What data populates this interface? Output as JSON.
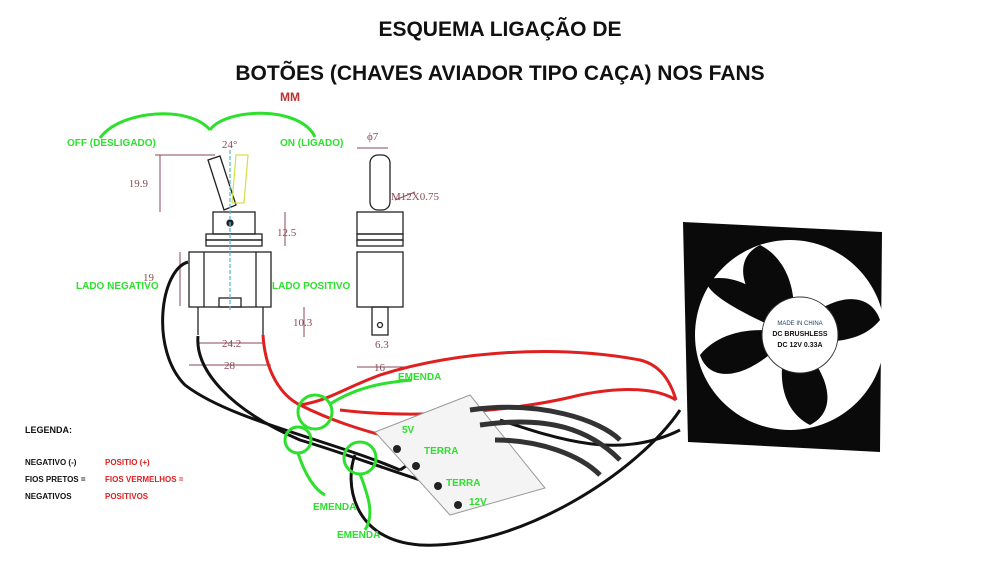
{
  "title": {
    "line1": "ESQUEMA LIGAÇÃO DE",
    "line2": "BOTÕES (CHAVES AVIADOR TIPO CAÇA) NOS FANS"
  },
  "unit": "MM",
  "switch": {
    "off_label": "OFF (DESLIGADO)",
    "on_label": "ON (LIGADO)",
    "negative_side": "LADO NEGATIVO",
    "positive_side": "LADO POSITIVO",
    "dimensions": {
      "angle": "24°",
      "lever_height": "19.9",
      "bushing_height": "12.5",
      "body_height": "19",
      "terminal_height": "10.3",
      "terminal_spacing": "24.2",
      "body_width": "28",
      "diameter": "ϕ7",
      "thread": "M12X0.75",
      "side_width": "16",
      "tab_width": "6.3"
    }
  },
  "splices": [
    "EMENDA",
    "EMENDA",
    "EMENDA"
  ],
  "connector_labels": [
    "5V",
    "TERRA",
    "TERRA",
    "12V"
  ],
  "fan": {
    "label_lines": [
      "MADE IN CHINA",
      "DC BRUSHLESS",
      "DC 12V 0.33A"
    ]
  },
  "legend": {
    "title": "LEGENDA:",
    "rows": [
      {
        "black": "NEGATIVO (-)",
        "red": "POSITIO (+)"
      },
      {
        "black": "FIOS PRETOS =",
        "red": "FIOS VERMELHOS ="
      },
      {
        "black": "NEGATIVOS",
        "red": "POSITIVOS"
      }
    ]
  },
  "colors": {
    "green": "#2ee02e",
    "red": "#e02020",
    "dim": "#8a4a55",
    "title": "#111111"
  }
}
